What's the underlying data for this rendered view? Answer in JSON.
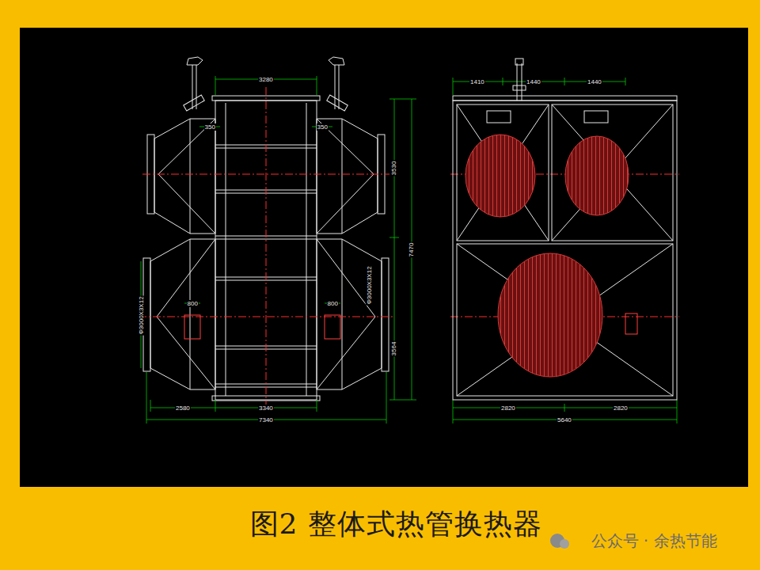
{
  "diagram": {
    "caption": "图2  整体式热管换热器",
    "labels": [
      "3280",
      "350",
      "350",
      "800",
      "800",
      "3530",
      "7470",
      "3564",
      "Φ3000X3X12",
      "Φ3000X3X12",
      "2580",
      "3340",
      "7340",
      "1410",
      "1440",
      "1440",
      "2820",
      "2820",
      "5640",
      "公众号 · 余热节能"
    ]
  }
}
